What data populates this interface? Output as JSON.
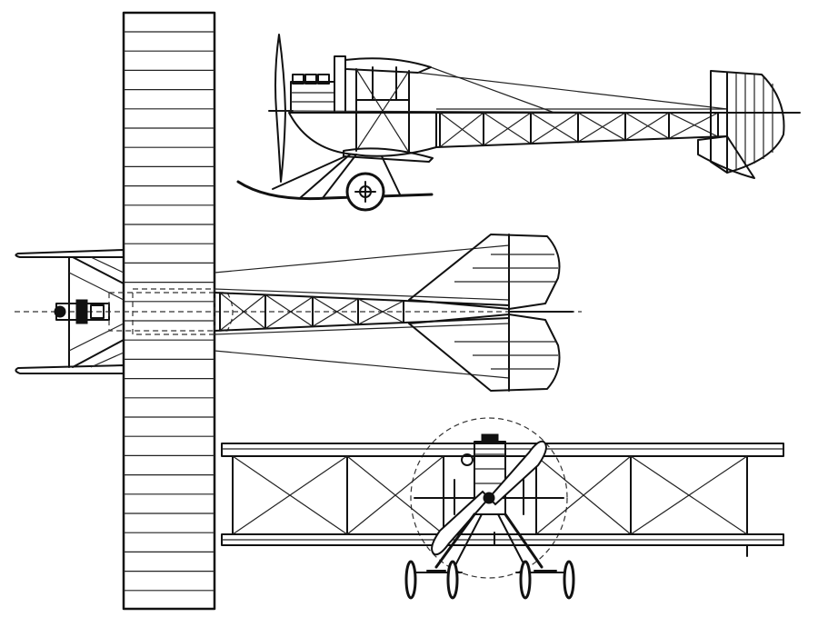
{
  "drawing": {
    "line_color": "#111111",
    "background_color": "#ffffff",
    "views": [
      "side-view",
      "top-view",
      "front-view"
    ]
  }
}
